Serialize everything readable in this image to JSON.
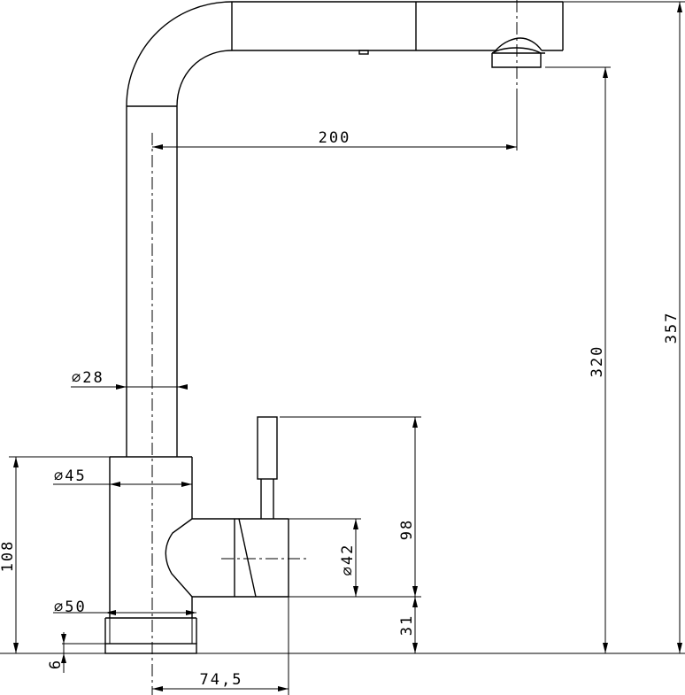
{
  "dimensions": {
    "spout_reach": "200",
    "height_to_outlet": "320",
    "total_height": "357",
    "pipe_diameter": "∅28",
    "body_diameter": "∅45",
    "base_diameter": "∅50",
    "body_height": "108",
    "lever_height": "98",
    "handle_diameter": "∅42",
    "handle_axis_height": "31",
    "base_thickness": "6",
    "handle_offset": "74,5"
  }
}
